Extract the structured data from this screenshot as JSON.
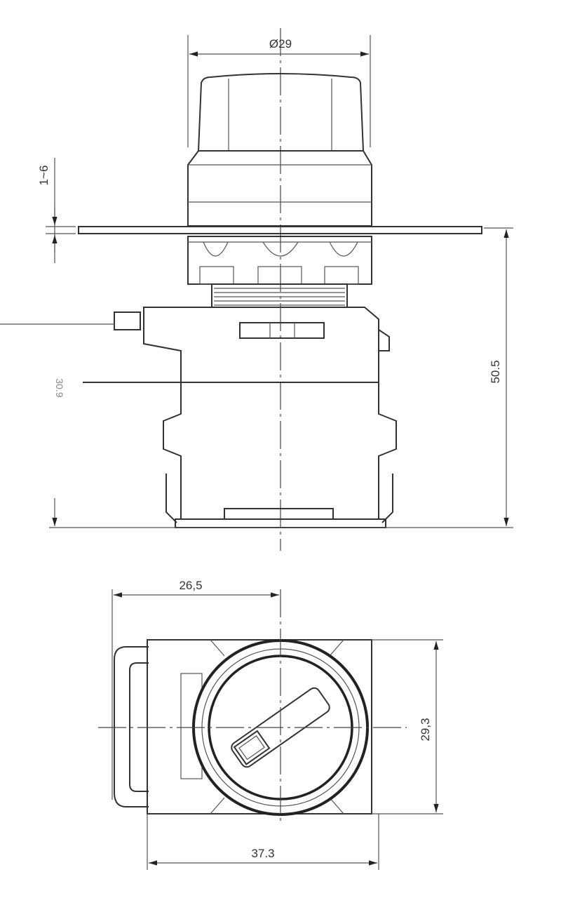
{
  "drawing": {
    "side_view": {
      "diameter_label": "Ø29",
      "panel_thickness_label": "1~6",
      "body_width_label": "30.9",
      "height_label": "50.5"
    },
    "bottom_view": {
      "offset_label": "26,5",
      "height_label": "29,3",
      "width_label": "37.3"
    },
    "line_color": "#333333"
  }
}
